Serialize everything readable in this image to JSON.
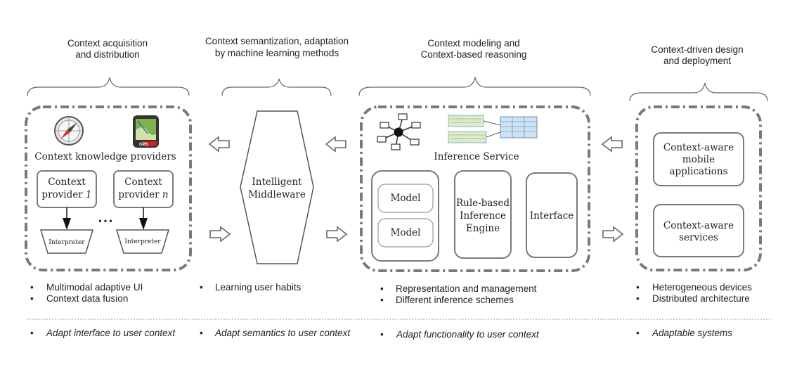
{
  "columns": [
    {
      "header_lines": [
        "Context acquisition",
        "and distribution"
      ]
    },
    {
      "header_lines": [
        "Context semantization, adaptation",
        "by machine learning methods"
      ]
    },
    {
      "header_lines": [
        "Context modeling and",
        "Context-based reasoning"
      ]
    },
    {
      "header_lines": [
        "Context-driven design",
        "and deployment"
      ]
    }
  ],
  "acquisition": {
    "providers_label": "Context knowledge providers",
    "provider1": [
      "Context",
      "provider"
    ],
    "provider1_index": "1",
    "providerN": [
      "Context",
      "provider"
    ],
    "providerN_index": "n",
    "interpreter": "Interpreter",
    "ellipsis": "• • •",
    "gps_label": "GPS"
  },
  "middleware": {
    "lines": [
      "Intelligent",
      "Middleware"
    ]
  },
  "modeling": {
    "inference_service": "Inference Service",
    "model1": "Model",
    "model2": "Model",
    "engine_lines": [
      "Rule-based",
      "Inference",
      "Engine"
    ],
    "interface": "Interface"
  },
  "deployment": {
    "apps_lines": [
      "Context-aware",
      "mobile",
      "applications"
    ],
    "services_lines": [
      "Context-aware",
      "services"
    ]
  },
  "bullets": [
    [
      "Multimodal adaptive UI",
      "Context data fusion"
    ],
    [
      "Learning user habits"
    ],
    [
      "Representation and management",
      "Different inference schemes"
    ],
    [
      "Heterogeneous devices",
      "Distributed architecture"
    ]
  ],
  "adapt_bullets": [
    "Adapt interface to user context",
    "Adapt semantics to user context",
    "Adapt functionality to user context",
    "Adaptable systems"
  ],
  "colors": {
    "frame": "#7a7a7a",
    "text": "#222222"
  }
}
